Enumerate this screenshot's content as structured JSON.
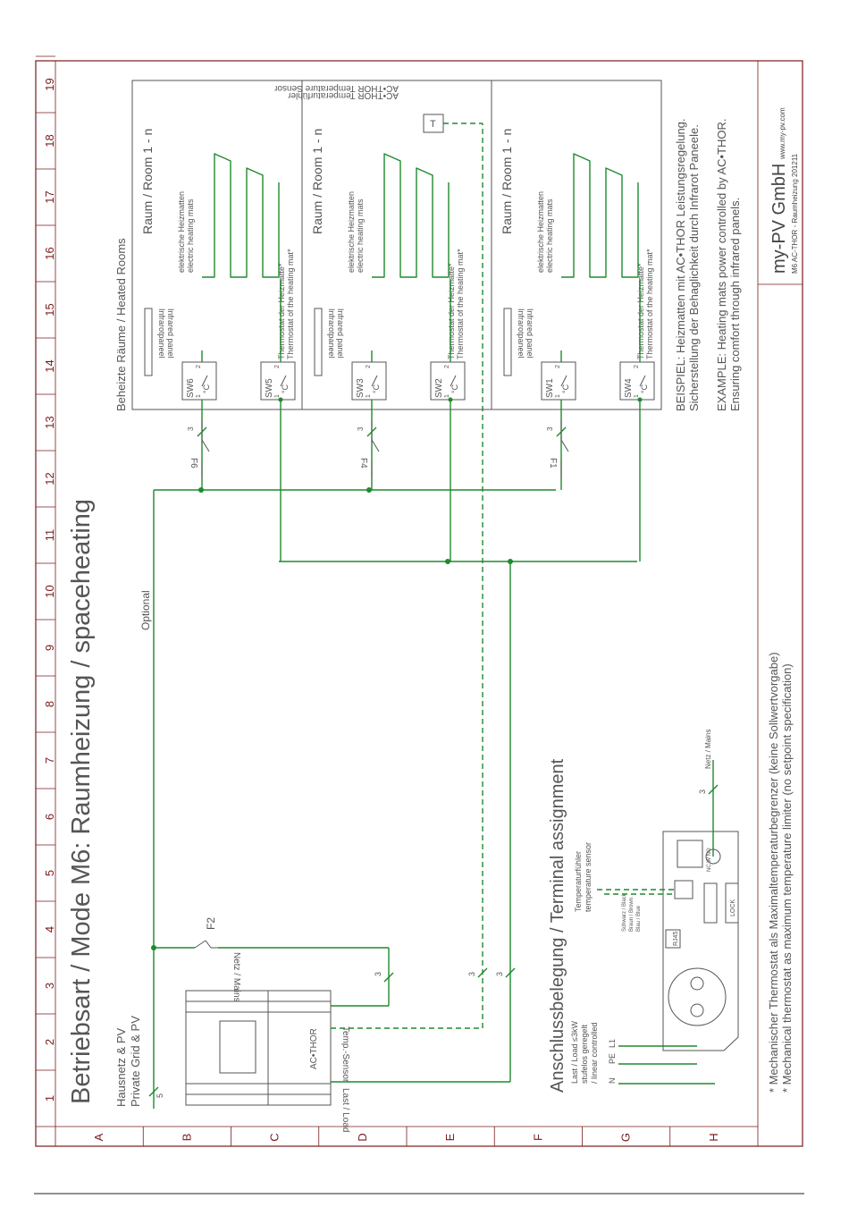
{
  "grid": {
    "columns": [
      "1",
      "2",
      "3",
      "4",
      "5",
      "6",
      "7",
      "8",
      "9",
      "10",
      "11",
      "12",
      "13",
      "14",
      "15",
      "16",
      "17",
      "18",
      "19"
    ],
    "rows": [
      "A",
      "B",
      "C",
      "D",
      "E",
      "F",
      "G",
      "H"
    ]
  },
  "title": "Betriebsart / Mode M6: Raumheizung / spaceheating",
  "supply": {
    "line1": "Hausnetz & PV",
    "line2": "Private Grid & PV"
  },
  "optional_label": "Optional",
  "fuse_main": "F2",
  "netz_mains": "Netz / Mains",
  "temp_sensor_label": "Temp.-Sensor",
  "last_load": "Last / Load",
  "device_name": "AC•THOR",
  "wire_counts": {
    "w3": "3",
    "w5": "5"
  },
  "rooms_heading": "Beheizte Räume / Heated Rooms",
  "rooms": [
    {
      "title": "Raum / Room 1 - n",
      "mats_de": "elektrische Heizmatten",
      "mats_en": "electric heating mats",
      "panel_de": "Infrarotpaneel",
      "panel_en": "Infrared panel",
      "thermostat_de": "Thermostat der Heizmatte*",
      "thermostat_en": "Thermostat of the heating mat*",
      "sw_panel": "SW6",
      "sw_mat": "SW5",
      "fuse": "F6"
    },
    {
      "title": "Raum / Room 1 - n",
      "mats_de": "elektrische Heizmatten",
      "mats_en": "electric heating mats",
      "panel_de": "Infrarotpaneel",
      "panel_en": "Infrared panel",
      "thermostat_de": "Thermostat der Heizmatte*",
      "thermostat_en": "Thermostat of the heating mat*",
      "sw_panel": "SW3",
      "sw_mat": "SW2",
      "fuse": "F4",
      "sensor_de": "AC•THOR Temperaturfühler",
      "sensor_en": "AC•THOR Temperature Sensor",
      "sensor_symbol": "T"
    },
    {
      "title": "Raum / Room 1 - n",
      "mats_de": "elektrische Heizmatten",
      "mats_en": "electric heating mats",
      "panel_de": "Infrarotpaneel",
      "panel_en": "Infrared panel",
      "thermostat_de": "Thermostat der Heizmatte*",
      "thermostat_en": "Thermostat of the heating mat*",
      "sw_panel": "SW1",
      "sw_mat": "SW4",
      "fuse": "F1"
    }
  ],
  "thermo_unit": "°C",
  "terminal_nums": {
    "one": "1",
    "two": "2"
  },
  "example": {
    "de1": "BEISPIEL: Heizmatten mit AC•THOR Leistungsregelung.",
    "de2": "Sicherstellung der Behaglichkeit durch Infrarot Paneele.",
    "en1": "EXAMPLE: Heating mats power controlled by AC•THOR.",
    "en2": "Ensuring comfort through infrared panels."
  },
  "terminal": {
    "heading": "Anschlussbelegung / Terminal assignment",
    "load1": "Last / Load ≤3kW",
    "load2": "stufelos geregelt",
    "load3": "/ linear controlled",
    "n": "N",
    "pe": "PE",
    "l1": "L1",
    "rj45": "RJ45",
    "sensor_de": "Temperaturfühler",
    "sensor_en": "temperature sensor",
    "colors1": "Schwarz / Black",
    "colors2": "Braun / Brown",
    "colors3": "Blau / Blue",
    "relay": "NC W NO",
    "lock": "LOCK",
    "mains": "Netz / Mains"
  },
  "footnote": {
    "de": "* Mechanischer Thermostat als Maximaltemperaturbegrenzer (keine Sollwertvorgabe)",
    "en": "* Mechanical thermostat as maximum temperature limiter (no setpoint specification)"
  },
  "company": "my-PV GmbH",
  "website": "www.my-pv.com",
  "doc_ref": "M6 AC-THOR - Raumheizung 201211",
  "colors": {
    "frame": "#7a1b1b",
    "wire": "#1e8a2e",
    "text": "#555555"
  }
}
